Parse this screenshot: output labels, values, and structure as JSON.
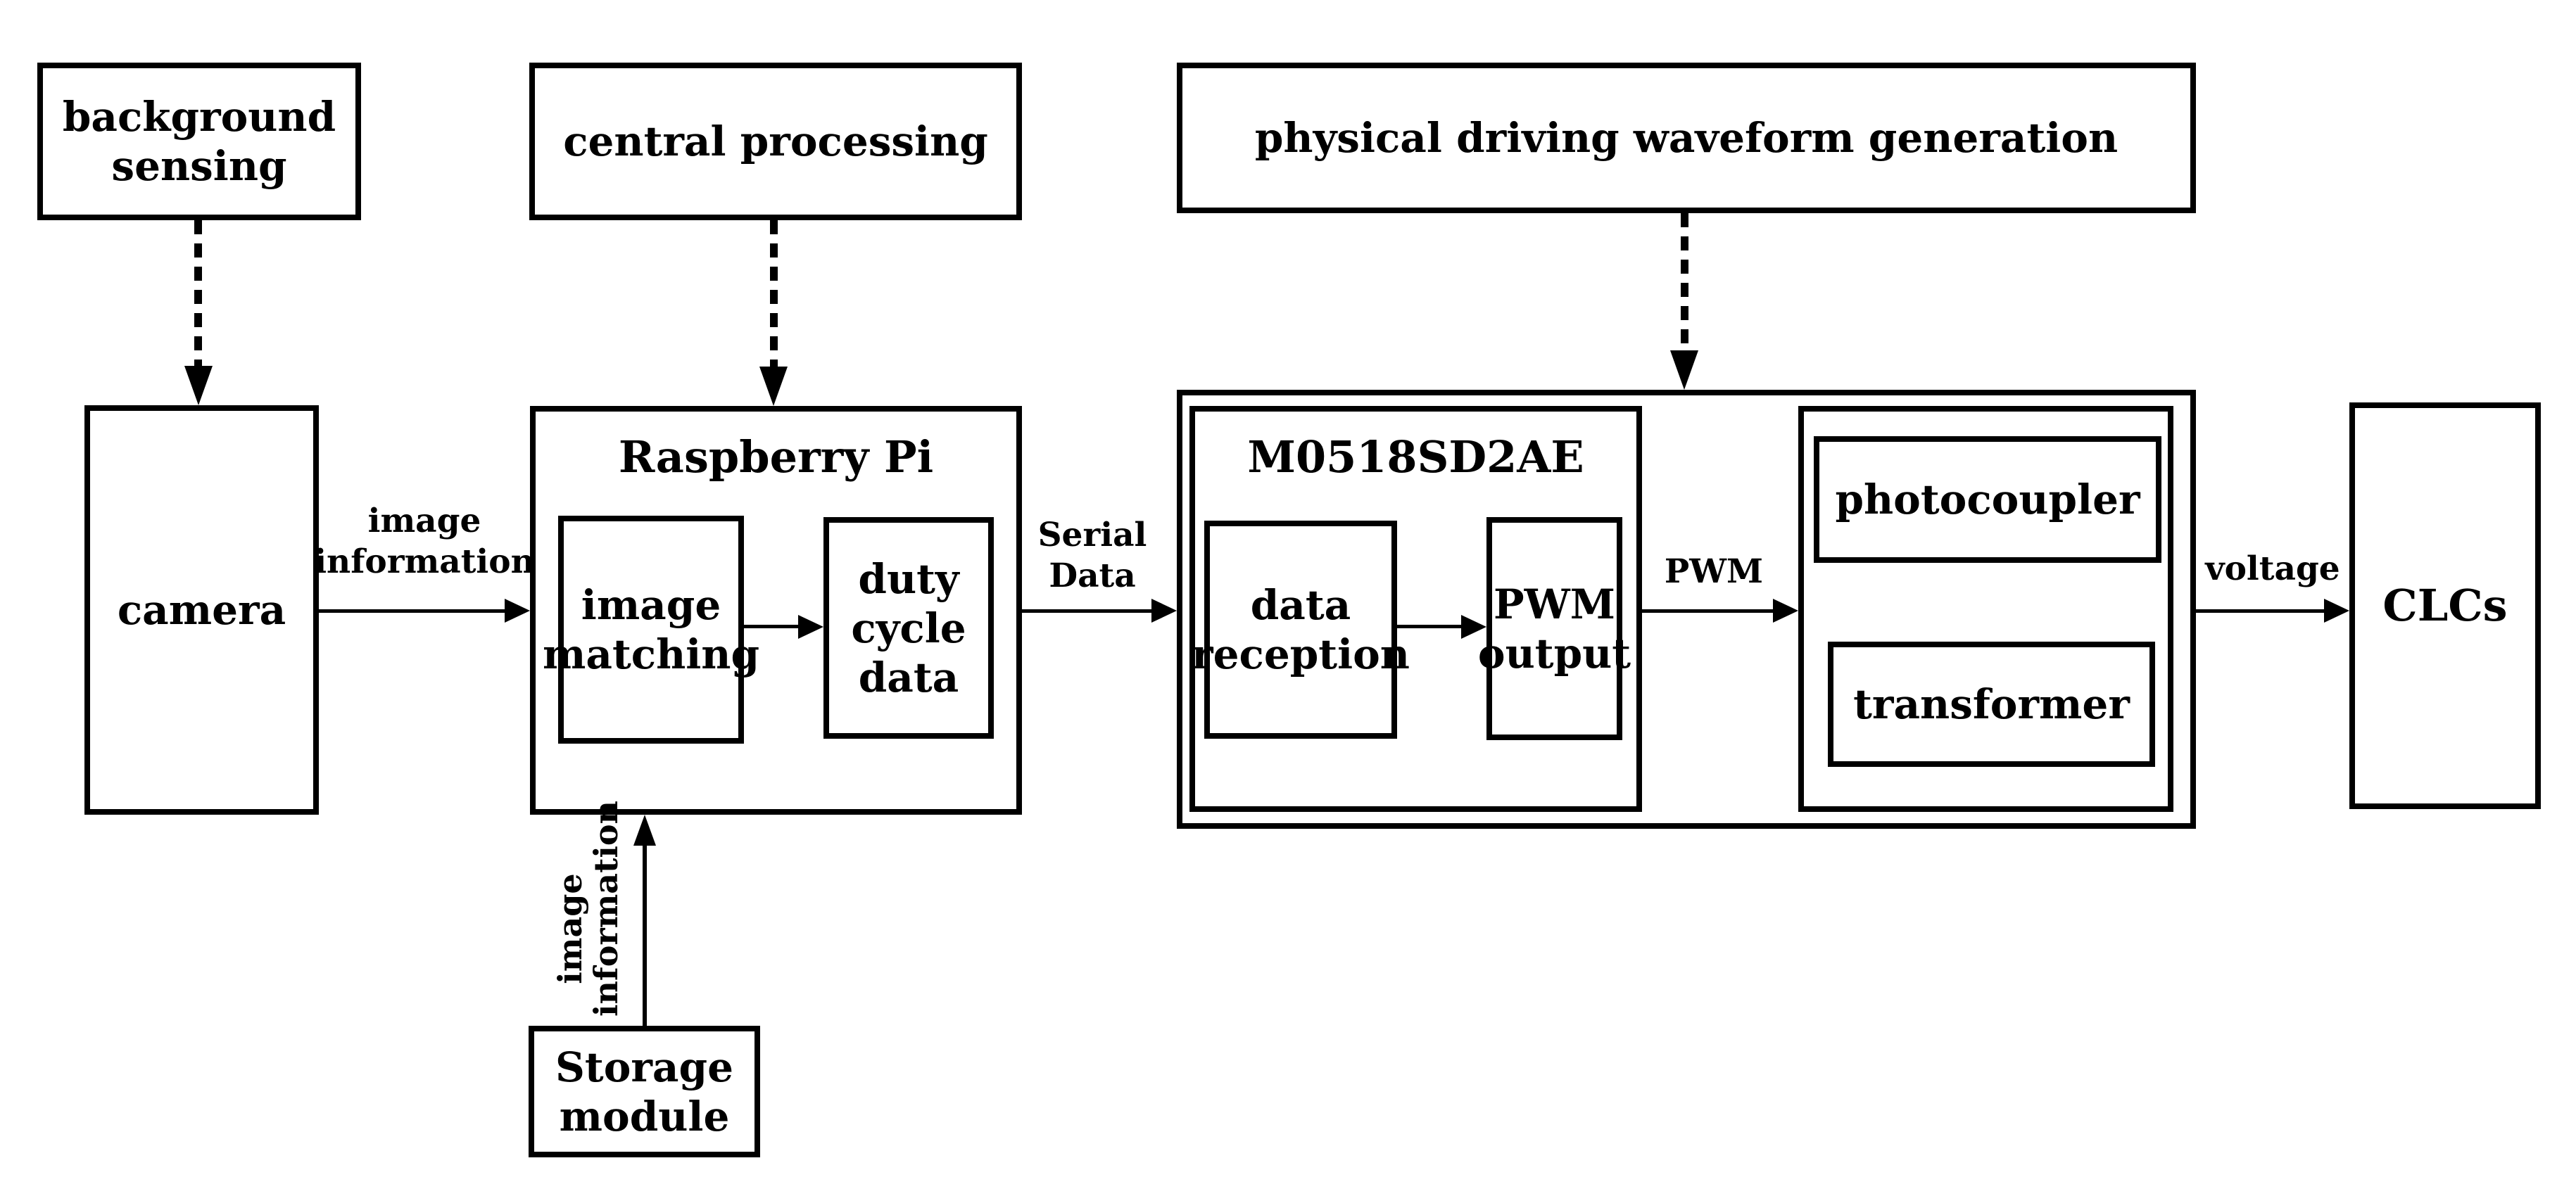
{
  "diagram": {
    "colors": {
      "line": "#000000",
      "background": "#ffffff",
      "text": "#000000"
    },
    "stage_boxes": {
      "background_sensing": "background\nsensing",
      "central_processing": "central processing",
      "physical_driving": "physical driving waveform generation"
    },
    "nodes": {
      "camera": "camera",
      "raspberry_pi_title": "Raspberry Pi",
      "image_matching": "image\nmatching",
      "duty_cycle_data": "duty\ncycle\ndata",
      "m0518_title": "M0518SD2AE",
      "data_reception": "data\nreception",
      "pwm_output": "PWM\noutput",
      "photocoupler": "photocoupler",
      "transformer": "transformer",
      "clcs": "CLCs",
      "storage_module": "Storage\nmodule"
    },
    "arrow_labels": {
      "image_information": "image\ninformation",
      "serial_data": "Serial\nData",
      "pwm": "PWM",
      "voltage": "voltage",
      "image_information_vertical": "image\ninformation"
    }
  }
}
